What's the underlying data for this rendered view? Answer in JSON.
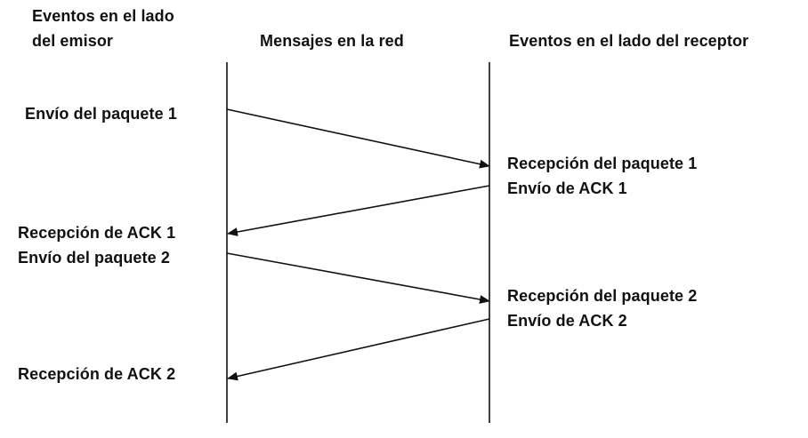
{
  "headers": {
    "sender_line1": "Eventos en el lado",
    "sender_line2": "del emisor",
    "network": "Mensajes en la red",
    "receiver": "Eventos en el lado del receptor"
  },
  "sender_events": [
    "Envío del paquete 1",
    "Recepción de ACK 1",
    "Envío del paquete 2",
    "Recepción de ACK 2"
  ],
  "receiver_events": [
    "Recepción del paquete 1",
    "Envío de ACK 1",
    "Recepción del paquete 2",
    "Envío de ACK 2"
  ],
  "colors": {
    "ink": "#111111",
    "background": "#ffffff"
  }
}
